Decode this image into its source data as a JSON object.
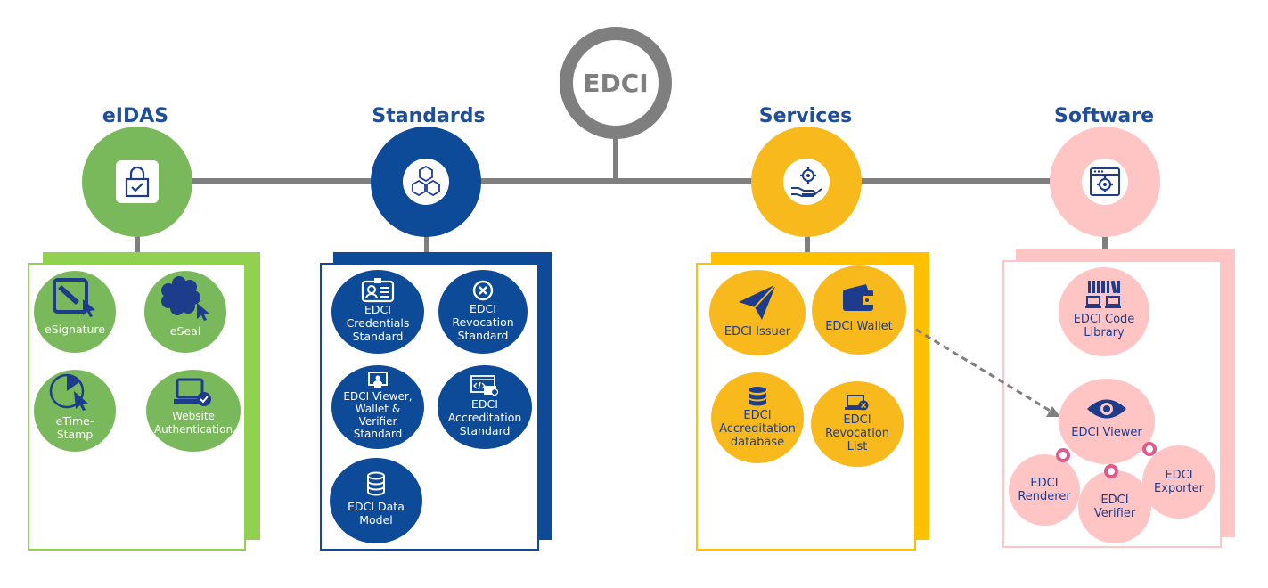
{
  "center": {
    "label": "EDCI"
  },
  "pillars": {
    "eidas": {
      "title": "eIDAS",
      "color": "#7ab85c",
      "items": [
        "eSignature",
        "eSeal",
        "eTime-Stamp",
        "Website Authentication"
      ]
    },
    "standards": {
      "title": "Standards",
      "color": "#0d4a97",
      "items": [
        "EDCI Credentials Standard",
        "EDCI Revocation Standard",
        "EDCI Viewer, Wallet & Verifier Standard",
        "EDCI Accreditation Standard",
        "EDCI Data Model"
      ]
    },
    "services": {
      "title": "Services",
      "color": "#f8b91c",
      "items": [
        "EDCI Issuer",
        "EDCI Wallet",
        "EDCI Accreditation database",
        "EDCI Revocation List"
      ]
    },
    "software": {
      "title": "Software",
      "color": "#ffc5c5",
      "items": [
        "EDCI Code Library",
        "EDCI Viewer",
        "EDCI Renderer",
        "EDCI Verifier",
        "EDCI Exporter"
      ]
    }
  },
  "colors": {
    "connector": "#7f7f7f",
    "lime": "#92d050",
    "title_blue": "#1f4e9b",
    "pink_ring": "#e05a8c",
    "yellow_bar": "#ffc000"
  },
  "icons": [
    "padlock-check-icon",
    "hexagons-icon",
    "hand-gear-icon",
    "browser-gear-icon",
    "pen-tablet-icon",
    "seal-cursor-icon",
    "clock-cursor-icon",
    "monitor-check-icon",
    "id-card-icon",
    "x-circle-icon",
    "viewer-monitor-icon",
    "code-certificate-icon",
    "database-icon",
    "paper-plane-icon",
    "wallet-icon",
    "laptop-revoke-icon",
    "library-computers-icon",
    "eye-icon"
  ]
}
